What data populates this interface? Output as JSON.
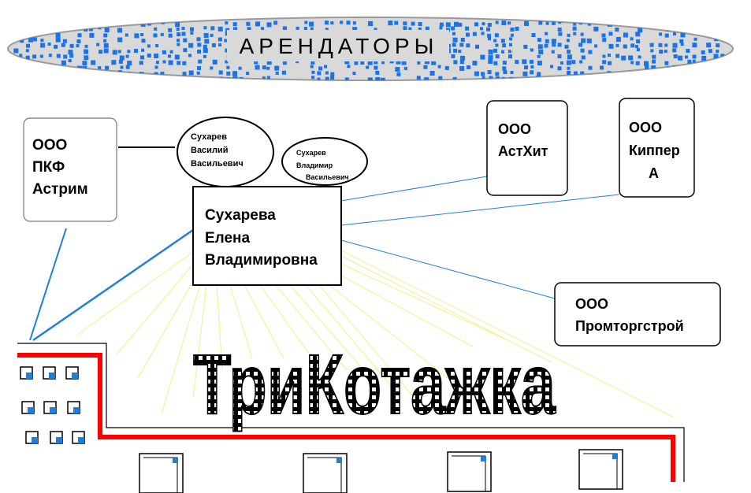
{
  "header": {
    "title": "АРЕНДАТОРЫ"
  },
  "nodes": {
    "astrim": {
      "line1": "ООО",
      "line2": "ПКФ",
      "line3": "Астрим"
    },
    "sukharev_vv": {
      "line1": "Сухарев",
      "line2": "Василий",
      "line3": "Васильевич"
    },
    "sukharev_vlv": {
      "line1": "Сухарев",
      "line2": "Владимир",
      "line3": "Васильевич"
    },
    "sukhareva": {
      "line1": "Сухарева",
      "line2": "Елена",
      "line3": "Владимировна"
    },
    "asthit": {
      "line1": "ООО",
      "line2": "АстХит"
    },
    "kippera": {
      "line1": "ООО",
      "line2": "Киппер",
      "line3": "А"
    },
    "promtorgstroy": {
      "line1": "ООО",
      "line2": "Промторгстрой"
    }
  },
  "building": {
    "sign": "ТриКотажка"
  },
  "colors": {
    "header_fill": "#d8d8d8",
    "header_dots": "#1a73e8",
    "link_blue": "#1e7fd8",
    "ray_yellow": "#f7ef8a",
    "wall_red": "#ff0000",
    "sign_text": "#000000"
  }
}
